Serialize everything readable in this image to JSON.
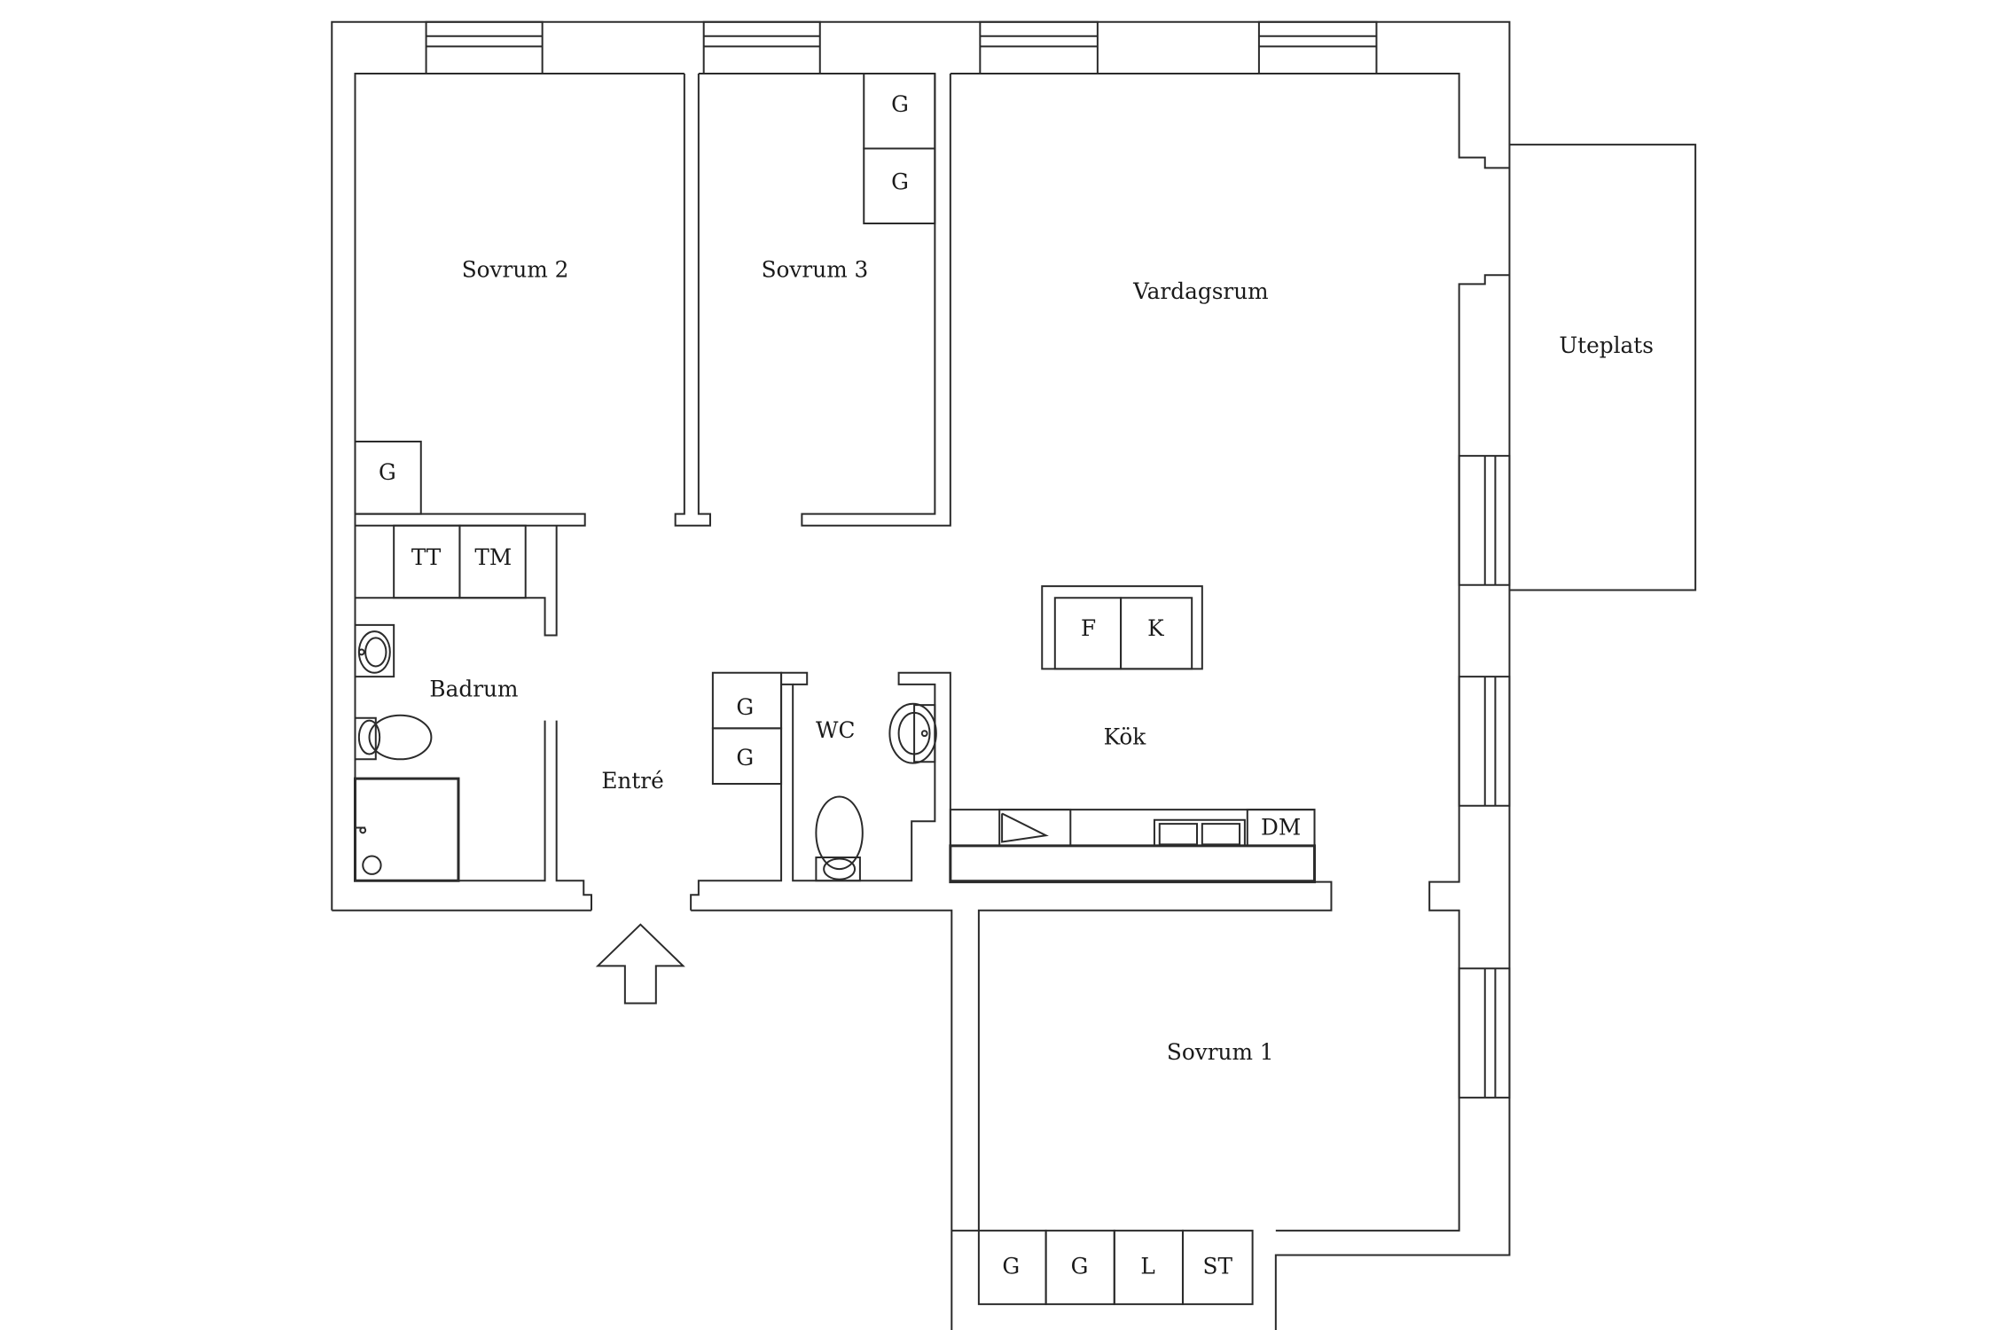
{
  "rooms": {
    "sovrum2": "Sovrum 2",
    "sovrum3": "Sovrum 3",
    "vardagsrum": "Vardagsrum",
    "uteplats": "Uteplats",
    "badrum": "Badrum",
    "entre": "Entré",
    "wc": "WC",
    "kok": "Kök",
    "sovrum1": "Sovrum 1"
  },
  "fixtures": {
    "sov3_g1": "G",
    "sov3_g2": "G",
    "sov2_g": "G",
    "tt": "TT",
    "tm": "TM",
    "entre_g1": "G",
    "entre_g2": "G",
    "f": "F",
    "k": "K",
    "dm": "DM",
    "sov1_g1": "G",
    "sov1_g2": "G",
    "sov1_l": "L",
    "sov1_st": "ST"
  }
}
